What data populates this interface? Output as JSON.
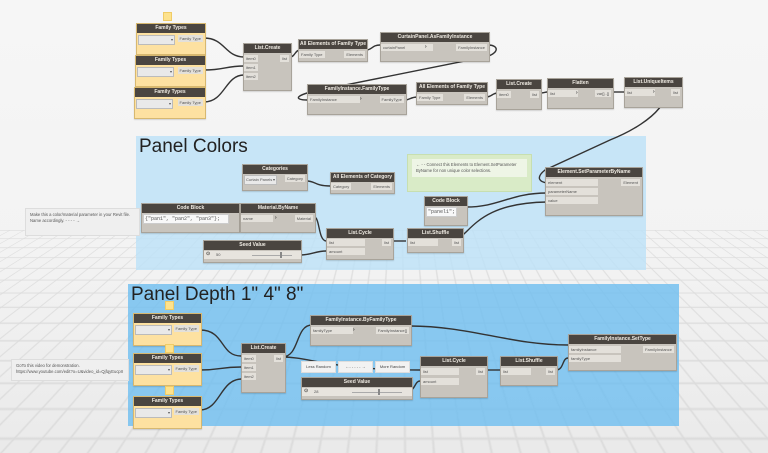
{
  "groups": {
    "panel_colors": {
      "title": "Panel Colors"
    },
    "panel_depth": {
      "title": "Panel Depth 1\" 4\" 8\""
    }
  },
  "top": {
    "family_types": [
      {
        "title": "Family Types",
        "output": "Family Type"
      },
      {
        "title": "Family Types",
        "output": "Family Type"
      },
      {
        "title": "Family Types",
        "output": "Family Type"
      }
    ],
    "list_create": {
      "title": "List.Create",
      "inputs": [
        "item0",
        "item1",
        "item2"
      ],
      "output": "list"
    },
    "all_elements_1": {
      "title": "All Elements of Family Type",
      "input": "Family Type",
      "output": "Elements"
    },
    "curtain_panel": {
      "title": "CurtainPanel.AsFamilyInstance",
      "input": "curtainPanel",
      "output": "FamilyInstance"
    },
    "fi_family_type": {
      "title": "FamilyInstance.FamilyType",
      "input": "FamilyInstance",
      "output": "FamilyType"
    },
    "all_elements_2": {
      "title": "All Elements of Family Type",
      "input": "Family Type",
      "output": "Elements"
    },
    "list_create_2": {
      "title": "List.Create",
      "input": "item0",
      "output": "list"
    },
    "flatten": {
      "title": "Flatten",
      "input": "list",
      "output": "var[]..[]"
    },
    "unique_items": {
      "title": "List.UniqueItems",
      "input": "list",
      "output": "list"
    }
  },
  "colors": {
    "categories": {
      "title": "Categories",
      "selected": "Curtain Panels",
      "output": "Category"
    },
    "all_elements_category": {
      "title": "All Elements of Category",
      "input": "Category",
      "output": "Elements"
    },
    "note_connect": "← - - Connect this Elements to Element.SetParameter ByName for non unique color selections.",
    "note_material": "Make this a color/material parameter in your Revit file. Name accordingly. - - - - →",
    "code_block_1": {
      "title": "Code Block",
      "code": "{\"pan1\", \"pan2\", \"pan3\"};"
    },
    "material_by_name": {
      "title": "Material.ByName",
      "input": "name",
      "output": "Material"
    },
    "seed_value": {
      "title": "Seed Value",
      "value": "50"
    },
    "list_cycle": {
      "title": "List.Cycle",
      "inputs": [
        "list",
        "amount"
      ],
      "output": "list"
    },
    "list_shuffle": {
      "title": "List.Shuffle",
      "input": "list",
      "output": "list"
    },
    "code_block_2": {
      "title": "Code Block",
      "code": "\"panel1\";"
    },
    "set_param": {
      "title": "Element.SetParameterByName",
      "inputs": [
        "element",
        "parameterName",
        "value"
      ],
      "output": "Element"
    }
  },
  "depth": {
    "family_types": [
      {
        "title": "Family Types",
        "output": "Family Type"
      },
      {
        "title": "Family Types",
        "output": "Family Type"
      },
      {
        "title": "Family Types",
        "output": "Family Type"
      }
    ],
    "note_video": "GoTo this video for demonstration.   https://www.youtube.com/edit?o=U&video_id=QjfqyEucpII",
    "list_create": {
      "title": "List.Create",
      "inputs": [
        "item0",
        "item1",
        "item2"
      ],
      "output": "list"
    },
    "fi_by_family_type": {
      "title": "FamilyInstance.ByFamilyType",
      "input": "familyType",
      "output": "FamilyInstance[]"
    },
    "less_random": "Less Random",
    "arrow_label": "←- - - - - →",
    "more_random": "More Random",
    "seed_value": {
      "title": "Seed Value",
      "value": "28"
    },
    "list_cycle": {
      "title": "List.Cycle",
      "inputs": [
        "list",
        "amount"
      ],
      "output": "list"
    },
    "list_shuffle": {
      "title": "List.Shuffle",
      "input": "list",
      "output": "list"
    },
    "set_type": {
      "title": "FamilyInstance.SetType",
      "inputs": [
        "familyInstance",
        "familyType"
      ],
      "output": "FamilyInstance"
    }
  },
  "colors_palette": {
    "node_header": "#4a4540",
    "node_body": "#c8c4bd",
    "input_node": "#fde1a1",
    "group_colors": "#bce1f8",
    "group_depth": "#6ebef0",
    "wire": "#333333"
  }
}
